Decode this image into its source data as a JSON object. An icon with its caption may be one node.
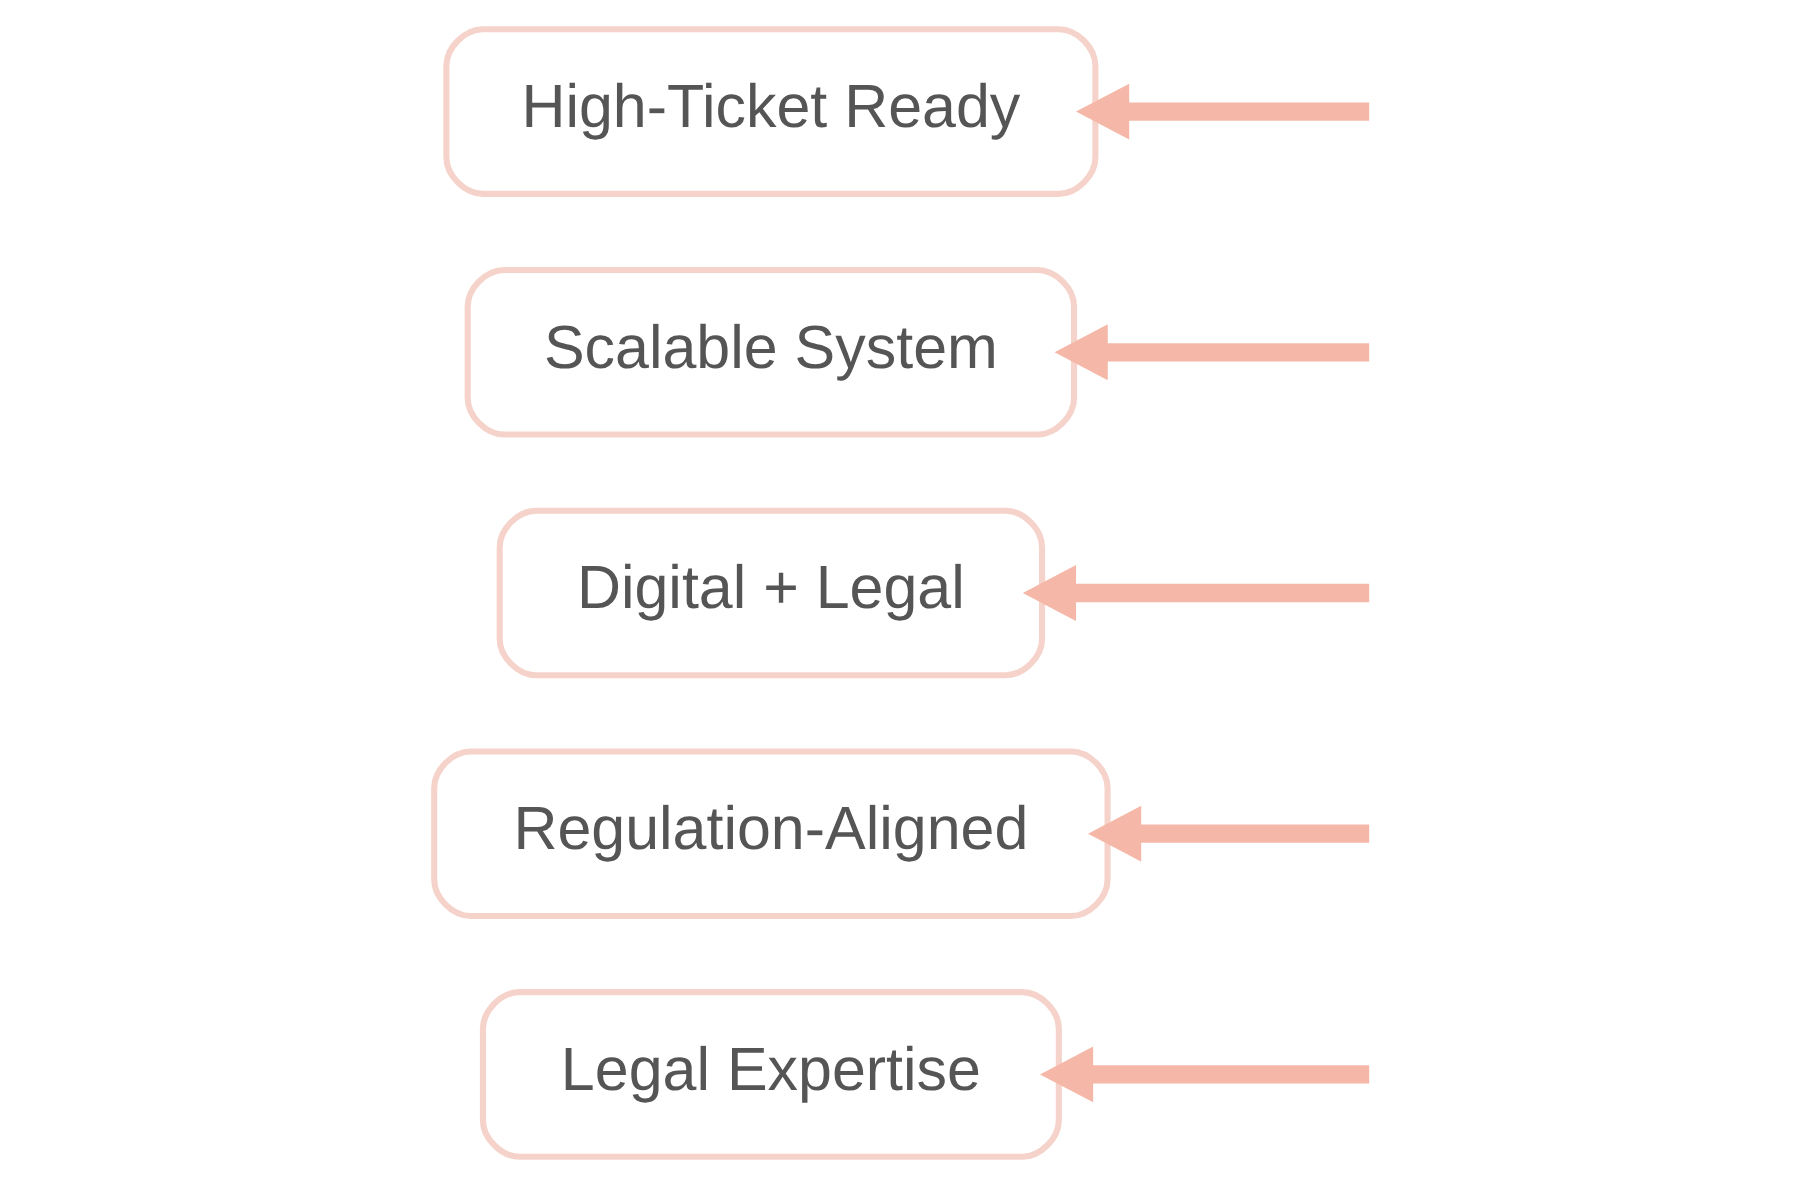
{
  "diagram": {
    "nodes": [
      {
        "text": [
          "Legal Expertise"
        ]
      },
      {
        "text": [
          "Regulation-Aligned"
        ]
      },
      {
        "text": [
          "Digital + Legal"
        ]
      },
      {
        "text": [
          "Scalable System"
        ]
      },
      {
        "text": [
          "High-Ticket Ready"
        ]
      }
    ],
    "edges": [
      {
        "from": null,
        "to": 0,
        "arrow": "to"
      },
      {
        "from": null,
        "to": 1,
        "arrow": "to"
      },
      {
        "from": null,
        "to": 2,
        "arrow": "to"
      },
      {
        "from": null,
        "to": 3,
        "arrow": "to"
      },
      {
        "from": null,
        "to": 4,
        "arrow": "to"
      }
    ]
  }
}
